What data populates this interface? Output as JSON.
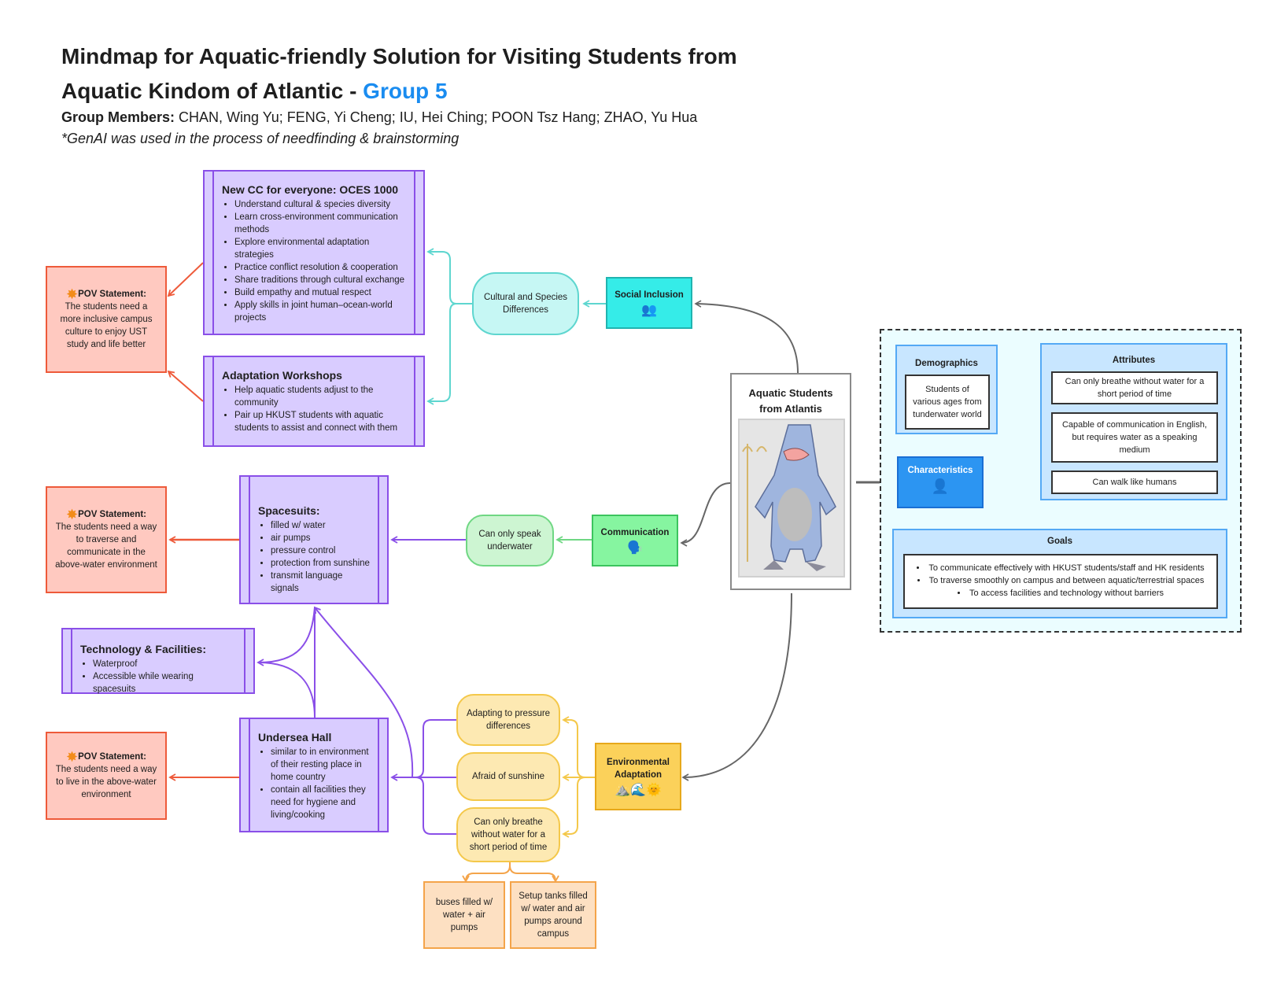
{
  "header": {
    "title_line1": "Mindmap for Aquatic-friendly Solution for Visiting  Students from",
    "title_line2": "Aquatic Kindom of Atlantic - ",
    "group": "Group 5",
    "members_label": "Group Members:",
    "members": " CHAN, Wing Yu; FENG, Yi Cheng; IU, Hei Ching; POON Tsz Hang; ZHAO, Yu Hua",
    "note": "*GenAI was used in the process of needfinding & brainstorming"
  },
  "center": {
    "title_line1": "Aquatic Students",
    "title_line2": "from Atlantis"
  },
  "categories": {
    "social": {
      "label": "Social Inclusion",
      "emoji": "👥"
    },
    "communication": {
      "label": "Communication",
      "emoji": "🗣️"
    },
    "environment": {
      "label_line1": "Environmental",
      "label_line2": "Adaptation",
      "emoji": "⛰️🌊🌞"
    }
  },
  "needs": {
    "cultural": "Cultural and Species Differences",
    "speak": "Can only speak underwater",
    "pressure": "Adapting to pressure differences",
    "sunshine": "Afraid of sunshine",
    "breathe": "Can only breathe without water for a short period of time"
  },
  "solutions": {
    "oces": {
      "title": "New CC for everyone: OCES 1000",
      "items": [
        "Understand cultural & species diversity",
        "Learn cross-environment communication methods",
        "Explore environmental adaptation strategies",
        "Practice conflict resolution & cooperation",
        "Share traditions through cultural exchange",
        "Build empathy and mutual respect",
        "Apply skills in joint human–ocean-world projects"
      ]
    },
    "workshops": {
      "title": "Adaptation Workshops",
      "items": [
        "Help aquatic students adjust to the community",
        "Pair up HKUST students with aquatic students to assist and connect with them"
      ]
    },
    "spacesuits": {
      "title": "Spacesuits:",
      "items": [
        "filled w/ water",
        "air pumps",
        "pressure control",
        "protection from sunshine",
        "transmit language signals"
      ]
    },
    "tech": {
      "title": "Technology & Facilities:",
      "items": [
        "Waterproof",
        "Accessible while wearing spacesuits"
      ]
    },
    "hall": {
      "title": "Undersea Hall",
      "items": [
        "similar to in environment of their resting place in home country",
        "contain all facilities they need for hygiene and living/cooking"
      ]
    },
    "buses": "buses filled w/ water + air pumps",
    "tanks": "Setup tanks filled w/ water and air pumps around campus"
  },
  "pov": {
    "label": "POV Statement:",
    "one": "The students need a more inclusive campus culture to enjoy UST study and life better",
    "two": "The students need a way to traverse and communicate in the above-water environment",
    "three": "The students need a way to live in the above-water environment"
  },
  "characteristics": {
    "label": "Characteristics",
    "icon": "👤",
    "demographics": {
      "title": "Demographics",
      "text": "Students of various ages from tunderwater world"
    },
    "attributes": {
      "title": "Attributes",
      "items": [
        "Can only breathe without water for a short period of time",
        "Capable of communication in English, but requires water as a speaking medium",
        "Can walk like humans"
      ]
    },
    "goals": {
      "title": "Goals",
      "items": [
        "To communicate effectively with HKUST students/staff and HK residents",
        "To traverse smoothly on campus and between aquatic/terrestrial spaces",
        "To access facilities and technology without barriers"
      ]
    }
  },
  "colors": {
    "accent": "#1a8cf0",
    "purple": "#8a4fe8",
    "pov": "#ee5a3a",
    "cyan": "#5ed6cf",
    "green": "#6fd783",
    "yellow": "#f4c84a",
    "blue": "#2c95f2"
  }
}
